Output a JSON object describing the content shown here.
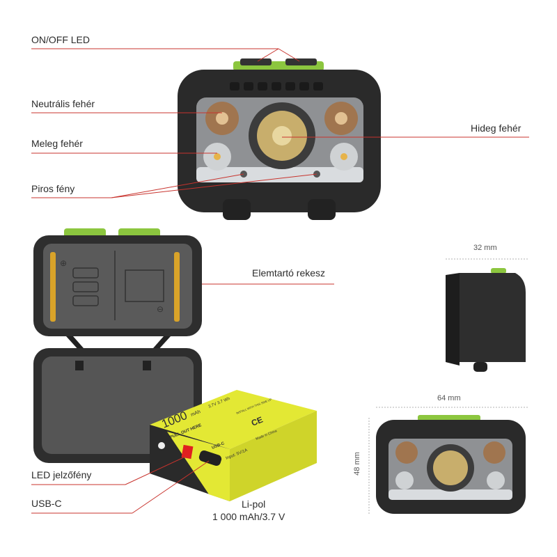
{
  "labels": {
    "on_off_led": "ON/OFF LED",
    "neutral_white": "Neutrális fehér",
    "warm_white": "Meleg fehér",
    "red_light": "Piros fény",
    "cold_white": "Hideg fehér",
    "battery_compartment": "Elemtartó rekesz",
    "led_indicator": "LED jelzőfény",
    "usb_c": "USB-C",
    "battery_type": "Li-pol",
    "battery_spec": "1 000 mAh/3.7 V"
  },
  "dimensions": {
    "depth": "32 mm",
    "width": "64 mm",
    "height": "48 mm"
  },
  "battery_print": {
    "capacity": "1000",
    "capacity_unit": "mAh",
    "rating": "3.7V  3.7 Wh",
    "pull": "PULL OUT HERE",
    "install": "INSTALL WITH THIS SIDE UP",
    "port": "USB-C",
    "input": "Input: 5V/1A",
    "origin": "Made in China",
    "ce": "CE"
  },
  "colors": {
    "accent": "#8cc63f",
    "leader": "#c8332d",
    "battery": "#e3e834",
    "body": "#2a2a2a"
  }
}
